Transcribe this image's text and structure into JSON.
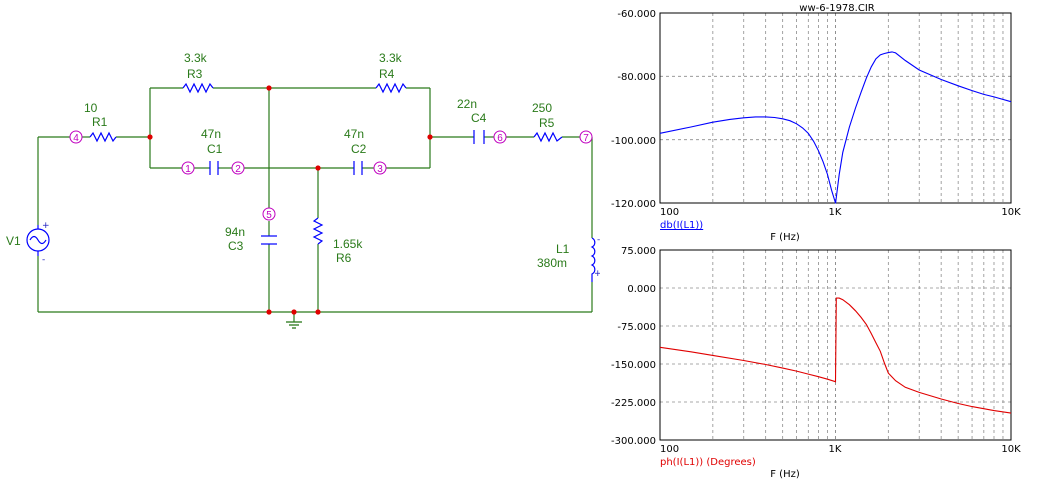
{
  "schematic": {
    "components": {
      "R1": {
        "ref": "R1",
        "value": "10"
      },
      "R3": {
        "ref": "R3",
        "value": "3.3k"
      },
      "R4": {
        "ref": "R4",
        "value": "3.3k"
      },
      "C1": {
        "ref": "C1",
        "value": "47n"
      },
      "C2": {
        "ref": "C2",
        "value": "47n"
      },
      "C3": {
        "ref": "C3",
        "value": "94n"
      },
      "R6": {
        "ref": "R6",
        "value": "1.65k"
      },
      "C4": {
        "ref": "C4",
        "value": "22n"
      },
      "R5": {
        "ref": "R5",
        "value": "250"
      },
      "L1": {
        "ref": "L1",
        "value": "380m"
      },
      "V1": {
        "ref": "V1"
      }
    },
    "nodes": [
      "1",
      "2",
      "3",
      "4",
      "5",
      "6",
      "7"
    ],
    "pins": {
      "plus": "+",
      "minus": "-"
    },
    "colors": {
      "wire": "#2a7a1a",
      "part": "#0000ff",
      "node": "#c000c0",
      "junction": "#e00000"
    }
  },
  "plots": {
    "title": "ww-6-1978.CIR",
    "colors": {
      "magnitude": "#0000ff",
      "phase": "#e00000",
      "frame": "#000000",
      "grid": "#8c8c8c"
    },
    "x_label": "F (Hz)",
    "x_ticks": [
      "100",
      "1K",
      "10K"
    ]
  },
  "chart_data": [
    {
      "type": "line",
      "title": "ww-6-1978.CIR",
      "xlabel": "F (Hz)",
      "ylabel": "",
      "x_scale": "log",
      "xlim": [
        100,
        10000
      ],
      "ylim": [
        -120,
        -60
      ],
      "y_ticks": [
        "-60.000",
        "-80.000",
        "-100.000",
        "-120.000"
      ],
      "legend": "db(I(L1))",
      "series": [
        {
          "name": "db(I(L1))",
          "color": "#0000ff",
          "x": [
            100,
            150,
            200,
            250,
            300,
            350,
            400,
            450,
            500,
            550,
            600,
            650,
            700,
            750,
            800,
            850,
            900,
            950,
            1000,
            1001,
            1050,
            1100,
            1200,
            1300,
            1400,
            1500,
            1600,
            1700,
            1800,
            1900,
            2000,
            2100,
            2200,
            2500,
            3000,
            4000,
            5000,
            6000,
            7000,
            8000,
            10000
          ],
          "y": [
            -98,
            -96,
            -94.5,
            -93.6,
            -93.1,
            -92.8,
            -92.8,
            -93,
            -93.4,
            -94,
            -95,
            -96.3,
            -98,
            -100.5,
            -103.5,
            -107,
            -111,
            -116,
            -120,
            -120,
            -111,
            -104,
            -96,
            -90,
            -85,
            -80.5,
            -77,
            -74.5,
            -73.2,
            -72.8,
            -72.5,
            -72.3,
            -72.6,
            -75,
            -78,
            -81,
            -83,
            -84.5,
            -85.7,
            -86.5,
            -88
          ]
        }
      ]
    },
    {
      "type": "line",
      "title": "",
      "xlabel": "F (Hz)",
      "ylabel": "",
      "x_scale": "log",
      "xlim": [
        100,
        10000
      ],
      "ylim": [
        -300,
        75
      ],
      "y_ticks": [
        "75.000",
        "0.000",
        "-75.000",
        "-150.000",
        "-225.000",
        "-300.000"
      ],
      "legend": "ph(I(L1)) (Degrees)",
      "series": [
        {
          "name": "ph(I(L1)) (Degrees)",
          "color": "#e00000",
          "x": [
            100,
            150,
            200,
            300,
            400,
            500,
            600,
            700,
            800,
            900,
            1000,
            1010,
            1050,
            1100,
            1200,
            1300,
            1400,
            1500,
            1600,
            1700,
            1800,
            1900,
            2000,
            2200,
            2500,
            3000,
            4000,
            5000,
            6000,
            8000,
            10000
          ],
          "y": [
            -117,
            -126,
            -133,
            -143,
            -151,
            -158,
            -164,
            -170,
            -175,
            -180,
            -185,
            -20,
            -20,
            -23,
            -33,
            -45,
            -58,
            -72,
            -90,
            -108,
            -125,
            -148,
            -168,
            -183,
            -196,
            -206,
            -219,
            -228,
            -234,
            -242,
            -247
          ]
        }
      ]
    }
  ]
}
